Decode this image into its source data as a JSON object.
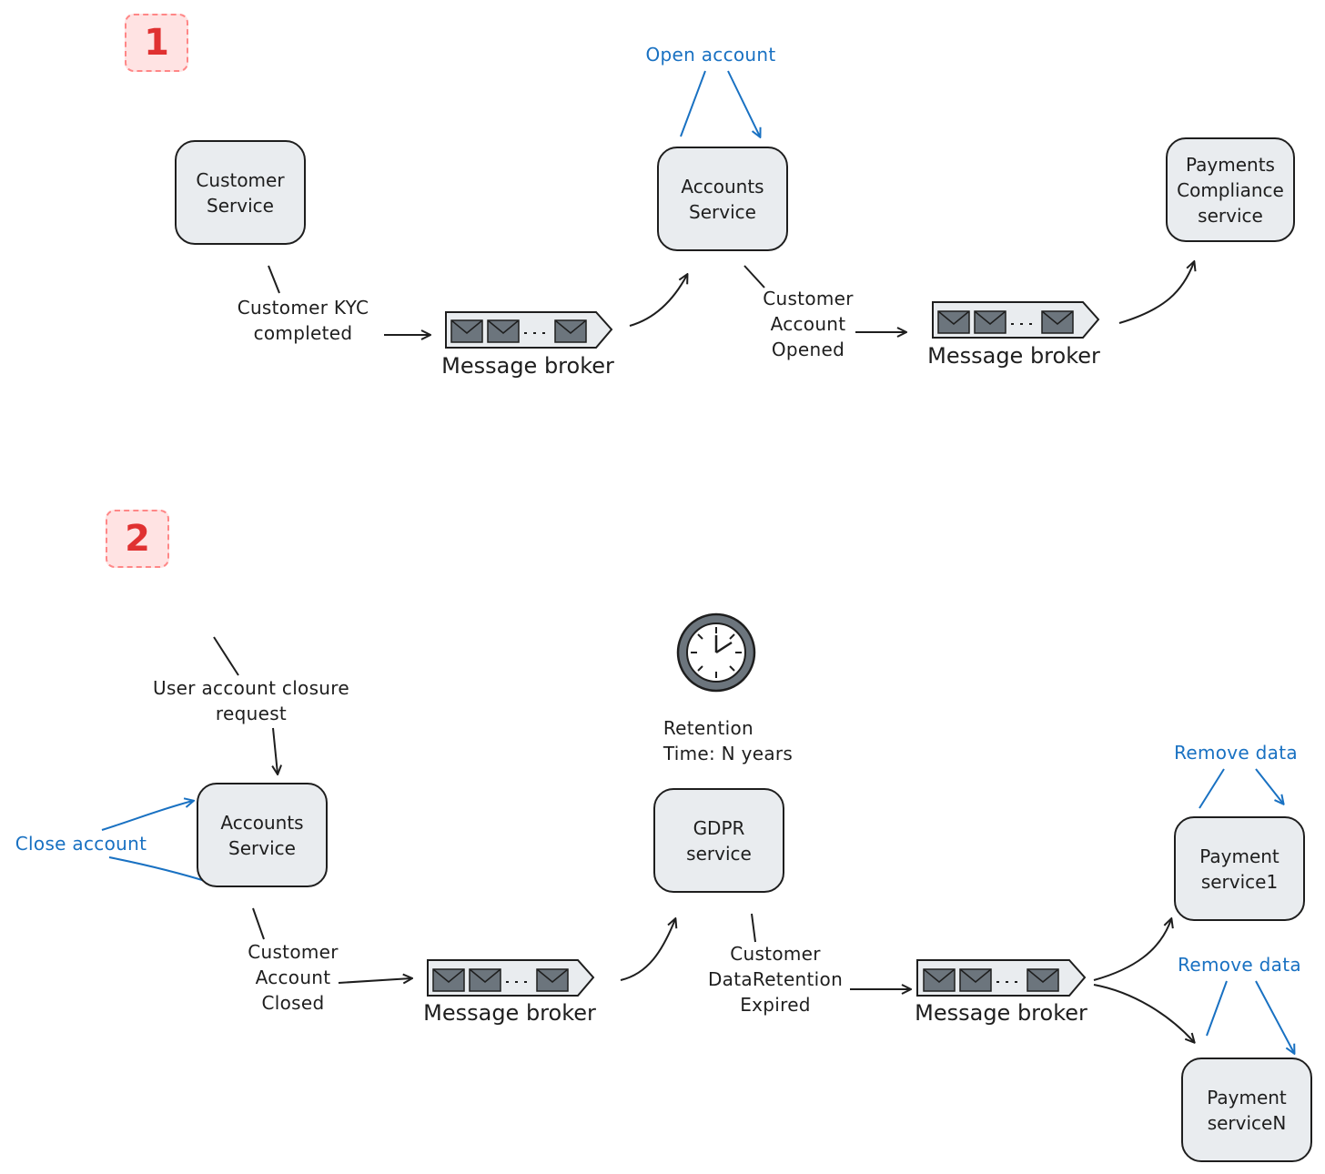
{
  "colors": {
    "node_fill": "#e9ecef",
    "stroke": "#1e1e1e",
    "accent_blue": "#1971c2",
    "badge_fill": "#ffe3e3",
    "badge_text": "#e03131",
    "envelope": "#6c757d"
  },
  "section1": {
    "badge": "1",
    "customer_service": [
      "Customer",
      "Service"
    ],
    "accounts_service": [
      "Accounts",
      "Service"
    ],
    "payments_compliance": [
      "Payments",
      "Compliance",
      "service"
    ],
    "open_account": "Open account",
    "kyc_event": [
      "Customer KYC",
      "completed"
    ],
    "opened_event": [
      "Customer",
      "Account",
      "Opened"
    ],
    "broker1": "Message broker",
    "broker2": "Message broker"
  },
  "section2": {
    "badge": "2",
    "closure_request": [
      "User account closure",
      "request"
    ],
    "accounts_service": [
      "Accounts",
      "Service"
    ],
    "close_account": "Close account",
    "closed_event": [
      "Customer",
      "Account",
      "Closed"
    ],
    "broker1": "Message broker",
    "clock_icon": "clock-icon",
    "retention": [
      "Retention",
      "Time: N years"
    ],
    "gdpr_service": [
      "GDPR",
      "service"
    ],
    "expired_event": [
      "Customer",
      "DataRetention",
      "Expired"
    ],
    "broker2": "Message broker",
    "remove_data_1": "Remove data",
    "payment_service1": [
      "Payment",
      "service1"
    ],
    "remove_data_2": "Remove data",
    "payment_serviceN": [
      "Payment",
      "serviceN"
    ]
  }
}
